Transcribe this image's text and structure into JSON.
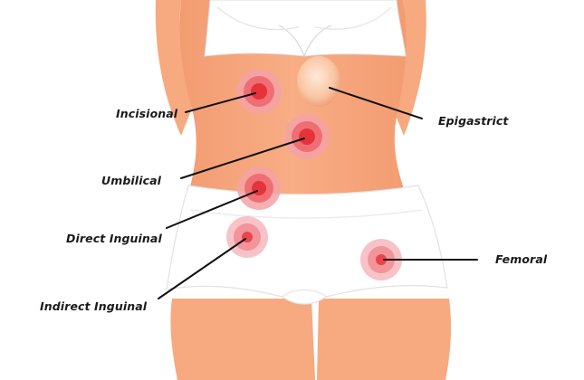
{
  "colors": {
    "skin": "#f7a97e",
    "skin_dark": "#e8895f",
    "underwear": "#ffffff",
    "underwear_shadow": "#f2f2f2",
    "outline": "#d9d9d9",
    "hernia_outer": "#f2a0a8",
    "hernia_mid": "#ee6c74",
    "hernia_core": "#e8333c",
    "pointer": "#111111"
  },
  "labels": {
    "incisional": "Incisional",
    "epigastrict": "Epigastrict",
    "umbilical": "Umbilical",
    "direct_inguinal": "Direct Inguinal",
    "indirect_inguinal": "Indirect Inguinal",
    "femoral": "Femoral"
  }
}
